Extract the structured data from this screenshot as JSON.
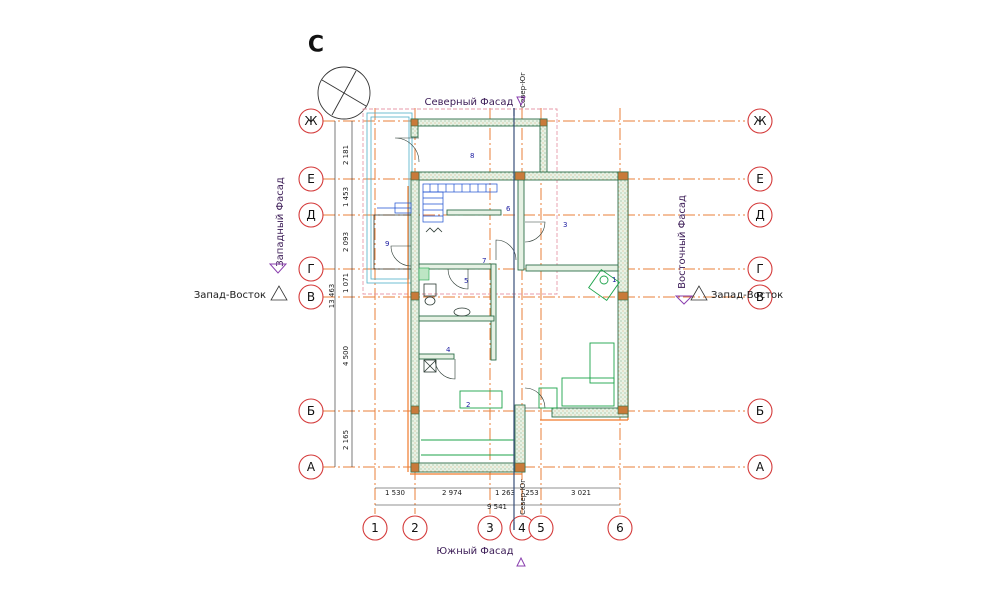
{
  "compass": {
    "symbol": "С",
    "icon": "north-arrow-icon"
  },
  "grid_axes": {
    "horizontal": [
      "Ж",
      "Е",
      "Д",
      "Г",
      "В",
      "Б",
      "А"
    ],
    "vertical": [
      "1",
      "2",
      "3",
      "4",
      "5",
      "6"
    ]
  },
  "facades": {
    "north": "Северный Фасад",
    "south": "Южный Фасад",
    "west": "Западный Фасад",
    "east": "Восточный Фасад"
  },
  "sections": {
    "left": "Запад-Восток",
    "right": "Запад-Восток",
    "top": "Север-Юг",
    "bottom": "Север-Юг"
  },
  "rooms": [
    "1",
    "2",
    "3",
    "4",
    "5",
    "6",
    "7",
    "8",
    "9"
  ],
  "dimensions": {
    "left": [
      "2 181",
      "1 453",
      "2 093",
      "1 071",
      "4 500",
      "2 165"
    ],
    "left_total": "13 463",
    "bottom": [
      "1 530",
      "2 974",
      "1 263",
      "253",
      "3 021"
    ],
    "bottom_total": "9 541"
  },
  "colors": {
    "axis": "#e87f3a",
    "bubble": "#d43a3a",
    "wall": "#2e6e4a",
    "facade_marker": "#8a3fae",
    "room_number": "#1a1aa0",
    "furniture": "#1ca34a",
    "insulation": "#f07a2c"
  }
}
